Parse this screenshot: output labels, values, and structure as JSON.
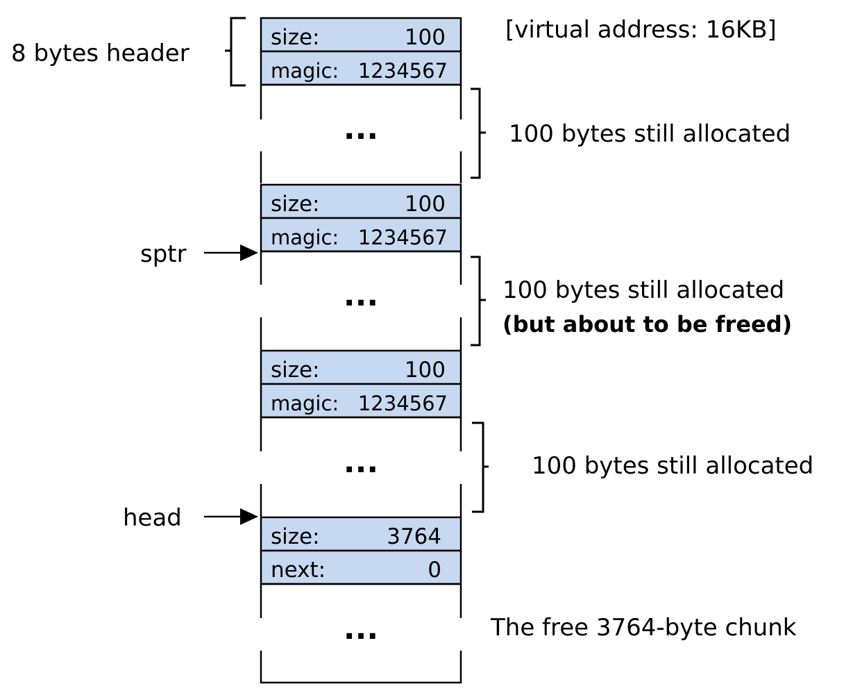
{
  "address_label": "[virtual address: 16KB]",
  "header_label": "8 bytes header",
  "blocks": [
    {
      "field1": {
        "name": "size:",
        "value": "100"
      },
      "field2": {
        "name": "magic:",
        "value": "1234567"
      },
      "ellipsis": "...",
      "label_line1": "100 bytes still allocated",
      "label_line2": ""
    },
    {
      "field1": {
        "name": "size:",
        "value": "100"
      },
      "field2": {
        "name": "magic:",
        "value": "1234567"
      },
      "ellipsis": "...",
      "label_line1": "100 bytes still allocated",
      "label_line2": "(but about to be freed)"
    },
    {
      "field1": {
        "name": "size:",
        "value": "100"
      },
      "field2": {
        "name": "magic:",
        "value": "1234567"
      },
      "ellipsis": "...",
      "label_line1": "100 bytes still allocated",
      "label_line2": ""
    },
    {
      "field1": {
        "name": "size:",
        "value": "3764"
      },
      "field2": {
        "name": "next:",
        "value": "0"
      },
      "ellipsis": "...",
      "label_line1": "The free 3764-byte chunk",
      "label_line2": ""
    }
  ],
  "pointers": {
    "sptr": "sptr",
    "head": "head"
  }
}
